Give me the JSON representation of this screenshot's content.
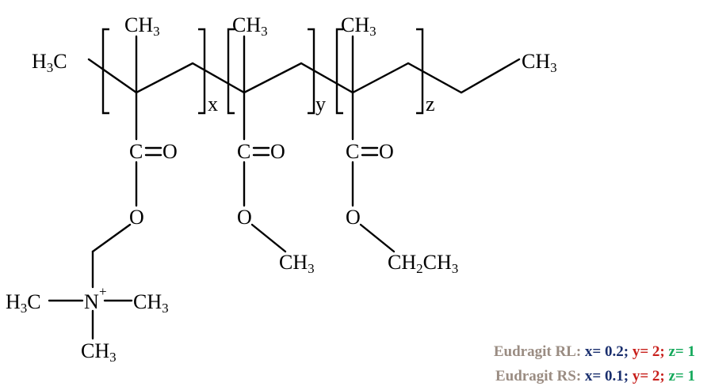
{
  "atoms": {
    "h3c_left": "H",
    "h3c_left_sub": "3",
    "h3c_left_tail": "C",
    "ch3": "CH",
    "ch3_sub": "3",
    "ch3_end": "CH",
    "ch3_end_sub": "3",
    "carbon": "C",
    "oxygen": "O",
    "ethyl_a": "CH",
    "ethyl_sub_a": "2",
    "ethyl_b": "CH",
    "ethyl_sub_b": "3",
    "nitrogen": "N",
    "plus": "+"
  },
  "subscripts": {
    "x": "x",
    "y": "y",
    "z": "z"
  },
  "legend": [
    {
      "name": "Eudragit RL:",
      "x": "x= 0.2;",
      "y": "y= 2;",
      "z": "z= 1"
    },
    {
      "name": "Eudragit RS:",
      "x": "x= 0.1;",
      "y": "y= 2;",
      "z": "z= 1"
    }
  ],
  "colors": {
    "name": "#9a8c82",
    "x": "#1a2f6e",
    "y": "#c8201c",
    "z": "#13a85a"
  }
}
